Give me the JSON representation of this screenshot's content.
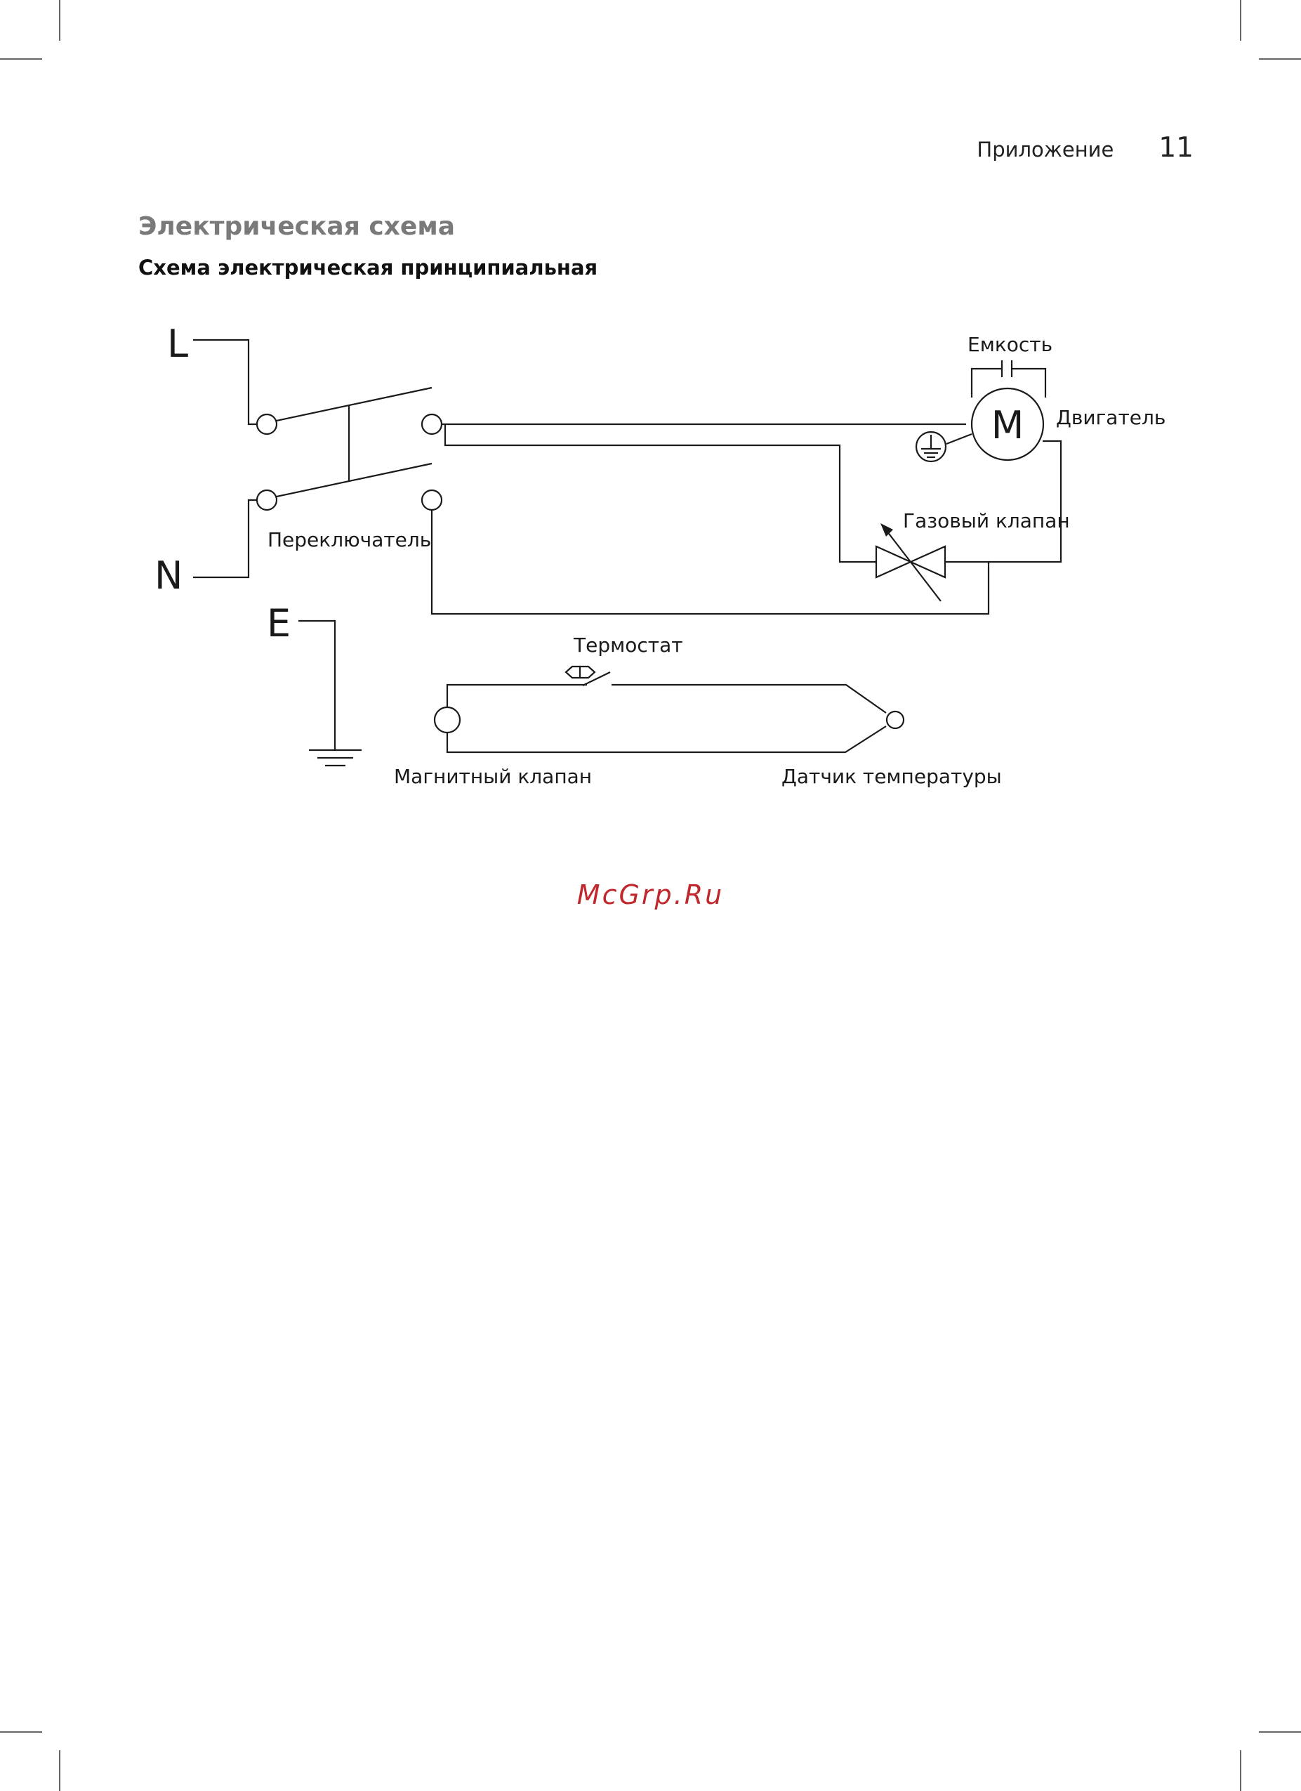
{
  "header": {
    "section_name": "Приложение",
    "page_number": "11"
  },
  "title": "Электрическая схема",
  "subtitle": "Схема электрическая принципиальная",
  "diagram": {
    "terminals": {
      "live": "L",
      "neutral": "N",
      "earth": "E"
    },
    "labels": {
      "switch": "Переключатель",
      "capacitor": "Емкость",
      "motor": "Двигатель",
      "motor_symbol": "M",
      "gas_valve": "Газовый клапан",
      "thermostat": "Термостат",
      "magnetic_valve": "Магнитный клапан",
      "temperature_sensor": "Датчик температуры"
    }
  },
  "watermark": "McGrp.Ru"
}
